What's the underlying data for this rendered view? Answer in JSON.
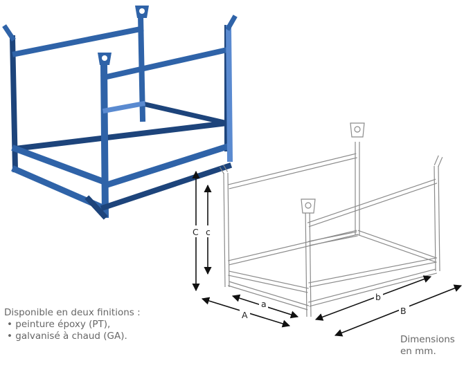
{
  "product_photo": {
    "color": "#2f63a8",
    "shadow_color": "#1d447b",
    "highlight_color": "#5a8ad0"
  },
  "drawing": {
    "stroke_color": "#8a8a8a",
    "labels": {
      "A": "A",
      "a": "a",
      "B": "B",
      "b": "b",
      "C": "C",
      "c": "c"
    }
  },
  "finitions": {
    "intro": "Disponible en deux finitions :",
    "items": [
      "peinture époxy (PT),",
      "galvanisé à chaud (GA)."
    ]
  },
  "dimensions_note": {
    "line1": "Dimensions",
    "line2": "en mm."
  }
}
